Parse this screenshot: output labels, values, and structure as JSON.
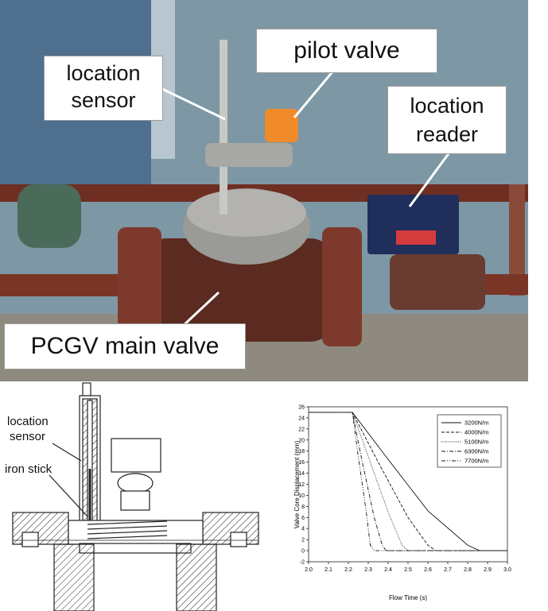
{
  "photo": {
    "callouts": {
      "location_sensor": [
        "location",
        "sensor"
      ],
      "pilot_valve": "pilot valve",
      "location_reader": [
        "location",
        "reader"
      ],
      "main_valve": "PCGV main valve"
    },
    "colors": {
      "wall": "#7e97a4",
      "pipe": "#6e2e22",
      "body": "#5b2a20",
      "flange": "#8e8e8a",
      "pilot": "#f08a2a",
      "reader": "#1f2e5a"
    }
  },
  "drawing": {
    "labels": {
      "location_sensor": [
        "location",
        "sensor"
      ],
      "iron_stick": "iron stick"
    }
  },
  "chart_data": {
    "type": "line",
    "title": "",
    "xlabel": "Flow Time (s)",
    "ylabel": "Valve Core Displacement (mm)",
    "xlim": [
      2.0,
      3.0
    ],
    "ylim": [
      -2,
      26
    ],
    "xticks": [
      "2.0",
      "2.1",
      "2.2",
      "2.3",
      "2.4",
      "2.5",
      "2.6",
      "2.7",
      "2.8",
      "2.9",
      "3.0"
    ],
    "yticks": [
      "-2",
      "0",
      "2",
      "4",
      "6",
      "8",
      "10",
      "12",
      "14",
      "16",
      "18",
      "20",
      "22",
      "24",
      "26"
    ],
    "grid": false,
    "legend_position": "top-right",
    "series": [
      {
        "name": "3200N/m",
        "dash": "solid",
        "x": [
          2.0,
          2.22,
          2.4,
          2.6,
          2.8,
          2.86,
          3.0
        ],
        "y": [
          25,
          25,
          16.5,
          7.2,
          1.0,
          0,
          0
        ]
      },
      {
        "name": "4000N/m",
        "dash": "dashed",
        "x": [
          2.0,
          2.22,
          2.35,
          2.5,
          2.6,
          2.64,
          3.0
        ],
        "y": [
          25,
          25,
          16.0,
          6.0,
          1.0,
          0,
          0
        ]
      },
      {
        "name": "5100N/m",
        "dash": "dotted",
        "x": [
          2.0,
          2.22,
          2.3,
          2.4,
          2.47,
          2.5,
          3.0
        ],
        "y": [
          25,
          25,
          17.0,
          7.0,
          1.0,
          0,
          0
        ]
      },
      {
        "name": "6300N/m",
        "dash": "dashdot",
        "x": [
          2.0,
          2.22,
          2.27,
          2.33,
          2.37,
          2.39,
          3.0
        ],
        "y": [
          25,
          25,
          16.0,
          6.0,
          1.0,
          0,
          0
        ]
      },
      {
        "name": "7700N/m",
        "dash": "dashdotdot",
        "x": [
          2.0,
          2.22,
          2.25,
          2.29,
          2.31,
          2.33,
          3.0
        ],
        "y": [
          25,
          25,
          17.0,
          7.0,
          1.0,
          0,
          0
        ]
      }
    ]
  }
}
